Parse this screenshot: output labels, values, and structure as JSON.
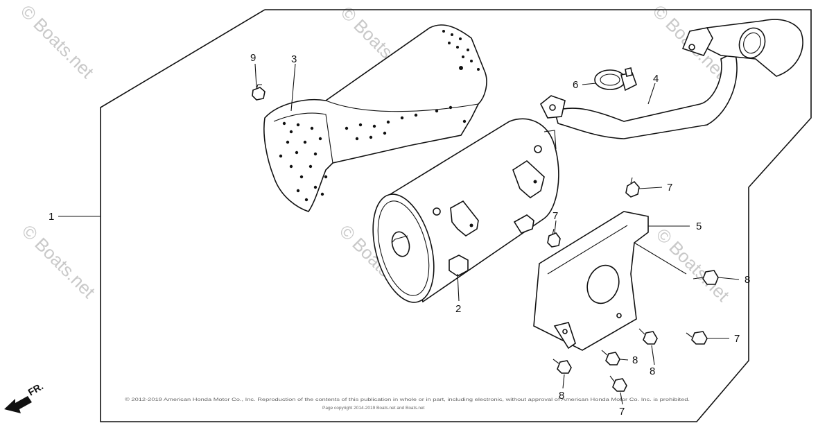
{
  "watermark": "© Boats.net",
  "direction_marker": "FR.",
  "copyright_line_1": "© 2012-2019 American Honda Motor Co., Inc. Reproduction of the contents of this publication in whole or in part, including electronic, without approval of American Honda Motor Co. Inc. is prohibited.",
  "copyright_line_2": "Page copyright 2014-2019 Boats.net and Boats.net",
  "callouts": {
    "c1": "1",
    "c2": "2",
    "c3": "3",
    "c4": "4",
    "c5": "5",
    "c6": "6",
    "c7a": "7",
    "c7b": "7",
    "c7c": "7",
    "c7d": "7",
    "c8a": "8",
    "c8b": "8",
    "c8c": "8",
    "c8d": "8",
    "c9": "9"
  }
}
